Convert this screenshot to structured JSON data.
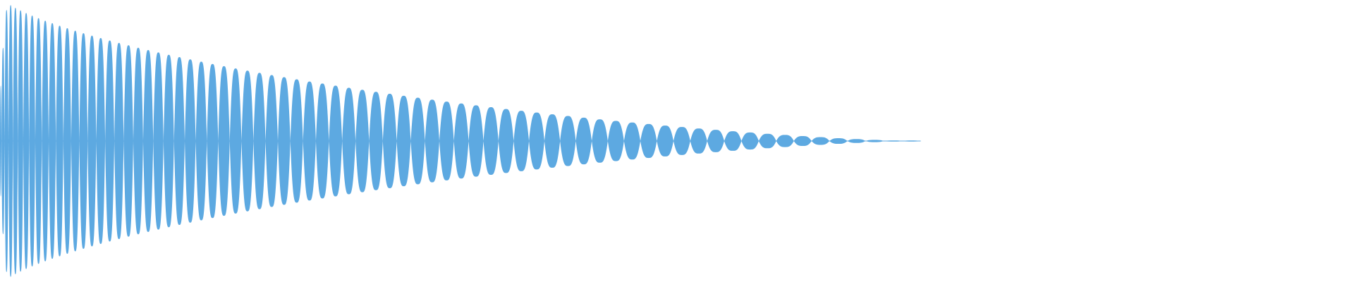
{
  "waveform": {
    "color": "#5DA9E1",
    "background": "#FFFFFF",
    "style": "filled-symmetric-envelope",
    "shape": "decaying oscillation (kick drum)",
    "lobes": 74,
    "peak_amplitude": 1.0,
    "decay_to_silence_fraction": 0.68
  }
}
